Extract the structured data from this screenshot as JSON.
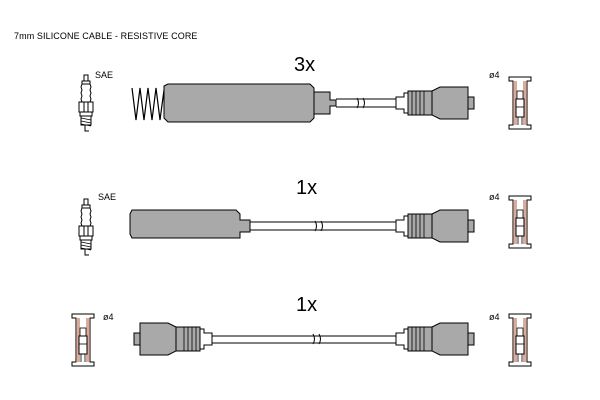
{
  "header": {
    "title": "7mm SILICONE CABLE - RESISTIVE CORE"
  },
  "rows": [
    {
      "quantity": "3x",
      "left_label": "SAE",
      "right_label": "ø4"
    },
    {
      "quantity": "1x",
      "left_label": "SAE",
      "right_label": "ø4"
    },
    {
      "quantity": "1x",
      "left_label": "ø4",
      "right_label": "ø4"
    }
  ],
  "colors": {
    "boot": "#a9a9a9",
    "line": "#000000",
    "background": "#ffffff",
    "accent": "#b06a50"
  }
}
